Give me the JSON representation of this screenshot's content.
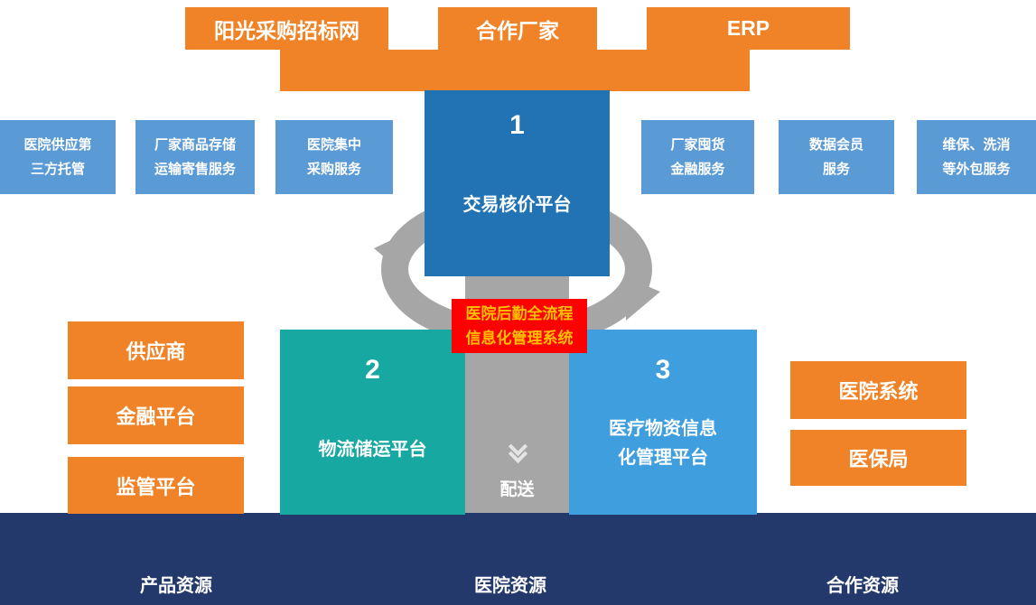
{
  "top": {
    "boxes": [
      {
        "label": "阳光采购招标网"
      },
      {
        "label": "合作厂家"
      },
      {
        "label": "ERP"
      }
    ]
  },
  "services": {
    "left": [
      {
        "line1": "医院供应第",
        "line2": "三方托管"
      },
      {
        "line1": "厂家商品存储",
        "line2": "运输寄售服务"
      },
      {
        "line1": "医院集中",
        "line2": "采购服务"
      }
    ],
    "right": [
      {
        "line1": "厂家囤货",
        "line2": "金融服务"
      },
      {
        "line1": "数据会员",
        "line2": "服务"
      },
      {
        "line1": "维保、洗消",
        "line2": "等外包服务"
      }
    ]
  },
  "platform1": {
    "number": "1",
    "name": "交易核价平台"
  },
  "platform2": {
    "number": "2",
    "name": "物流储运平台"
  },
  "platform3": {
    "number": "3",
    "line1": "医疗物资信息",
    "line2": "化管理平台"
  },
  "center_red": {
    "line1": "医院后勤全流程",
    "line2": "信息化管理系统"
  },
  "left_column": {
    "items": [
      {
        "label": "供应商"
      },
      {
        "label": "金融平台"
      },
      {
        "label": "监管平台"
      }
    ]
  },
  "right_column": {
    "items": [
      {
        "label": "医院系统"
      },
      {
        "label": "医保局"
      }
    ]
  },
  "connector": {
    "chevron_icon": "chevron-down-icon",
    "label": "配送"
  },
  "bottom": {
    "labels": [
      "产品资源",
      "医院资源",
      "合作资源"
    ]
  },
  "colors": {
    "orange": "#F08327",
    "light_blue": "#5B9BD5",
    "dark_blue": "#2173B4",
    "teal": "#18A8A2",
    "mid_blue": "#3F9EDD",
    "navy": "#24396B",
    "red": "#FF0000",
    "gray": "#A6A6A6",
    "yellow_text": "#FFC000"
  }
}
